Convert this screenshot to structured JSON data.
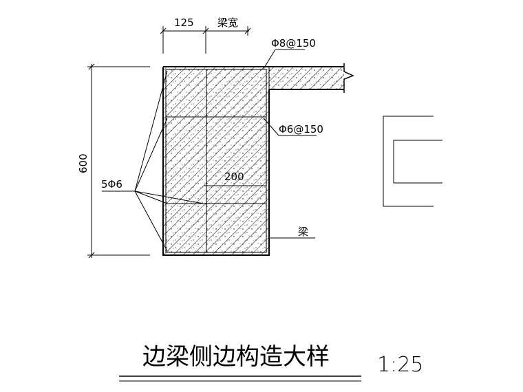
{
  "drawing": {
    "title": "边梁侧边构造大样",
    "scale": "1:25",
    "dimensions": {
      "top_left": "125",
      "top_right": "梁宽",
      "height": "600",
      "inner_width": "200"
    },
    "rebar": {
      "top_stirrup": "Φ8@150",
      "side_stirrup": "Φ6@150",
      "longitudinal": "5Φ6"
    },
    "labels": {
      "beam": "梁"
    }
  }
}
